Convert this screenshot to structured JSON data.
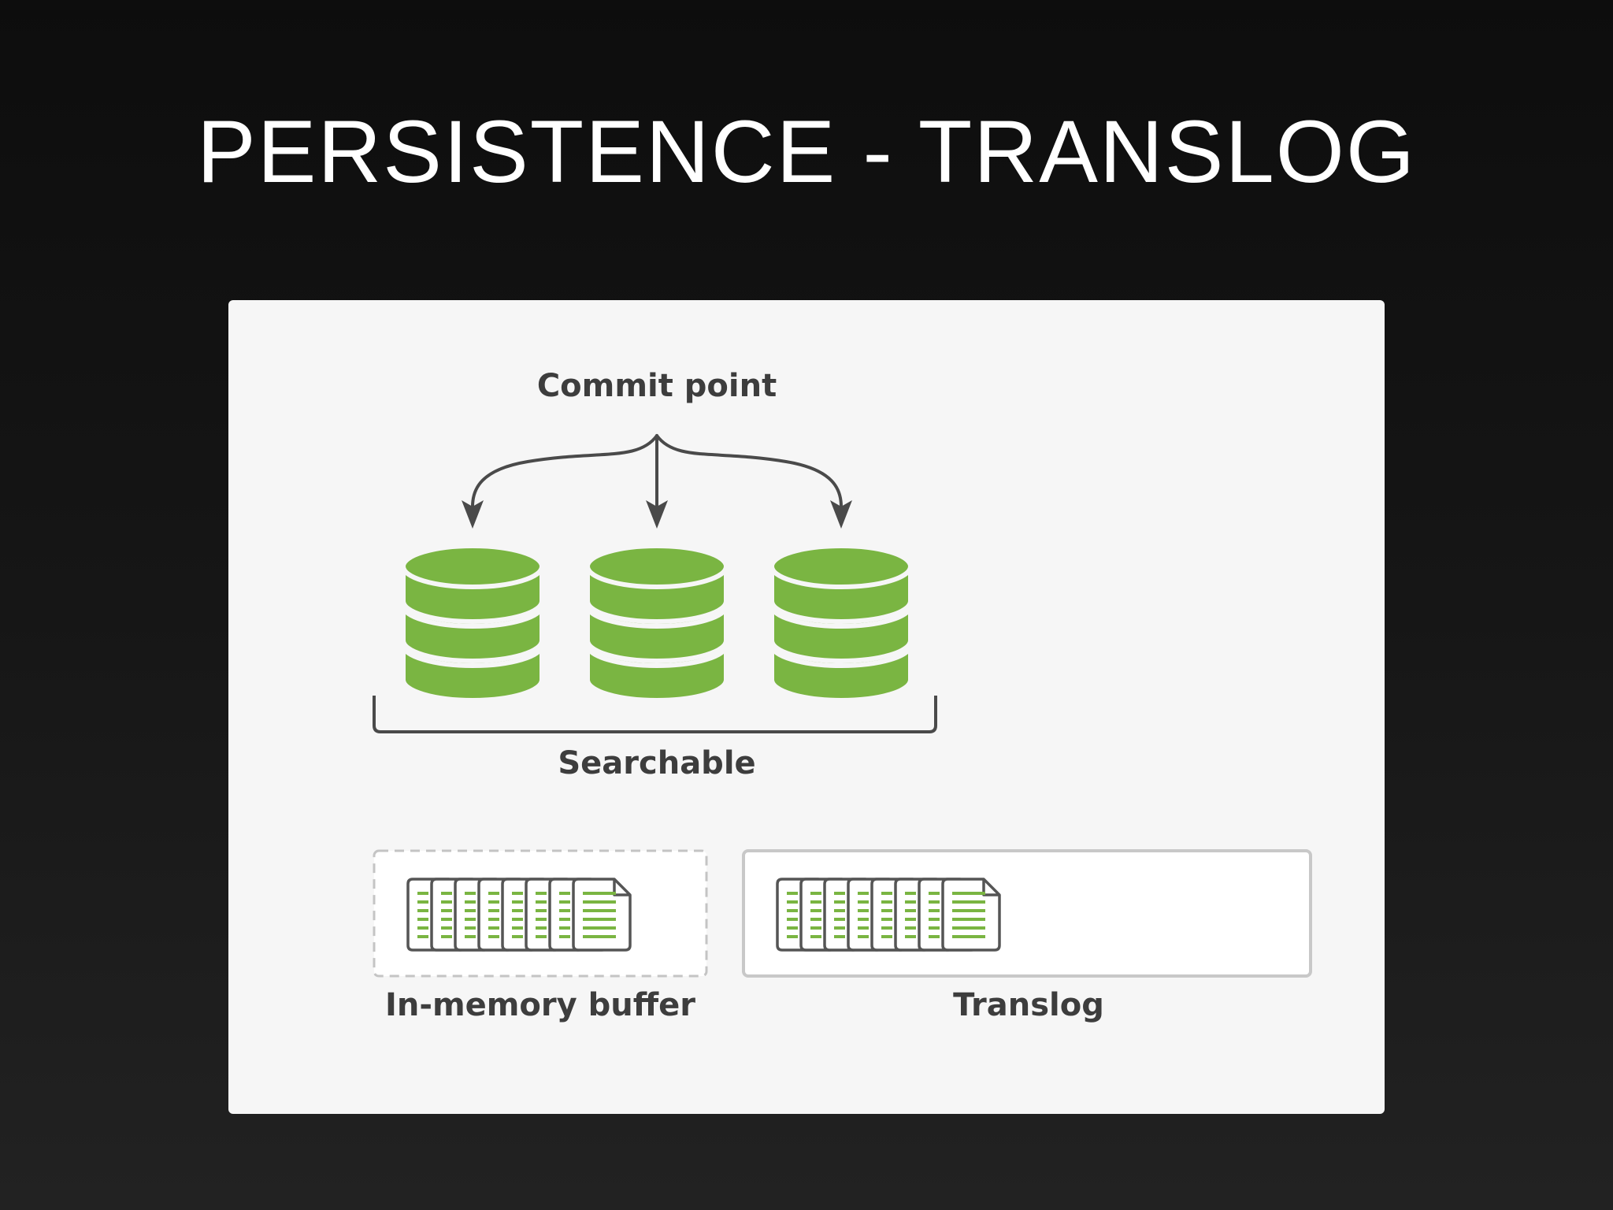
{
  "slide": {
    "title": "PERSISTENCE - TRANSLOG"
  },
  "diagram": {
    "commit_point_label": "Commit point",
    "searchable_label": "Searchable",
    "buffer_label": "In-memory buffer",
    "translog_label": "Translog",
    "segment_count": 3,
    "buffer_document_count": 8,
    "translog_document_count": 8,
    "colors": {
      "segment_green": "#7ab542",
      "doc_green": "#7ab542",
      "outline": "#555555",
      "label": "#3d3d3d",
      "panel": "#f6f6f6"
    }
  }
}
